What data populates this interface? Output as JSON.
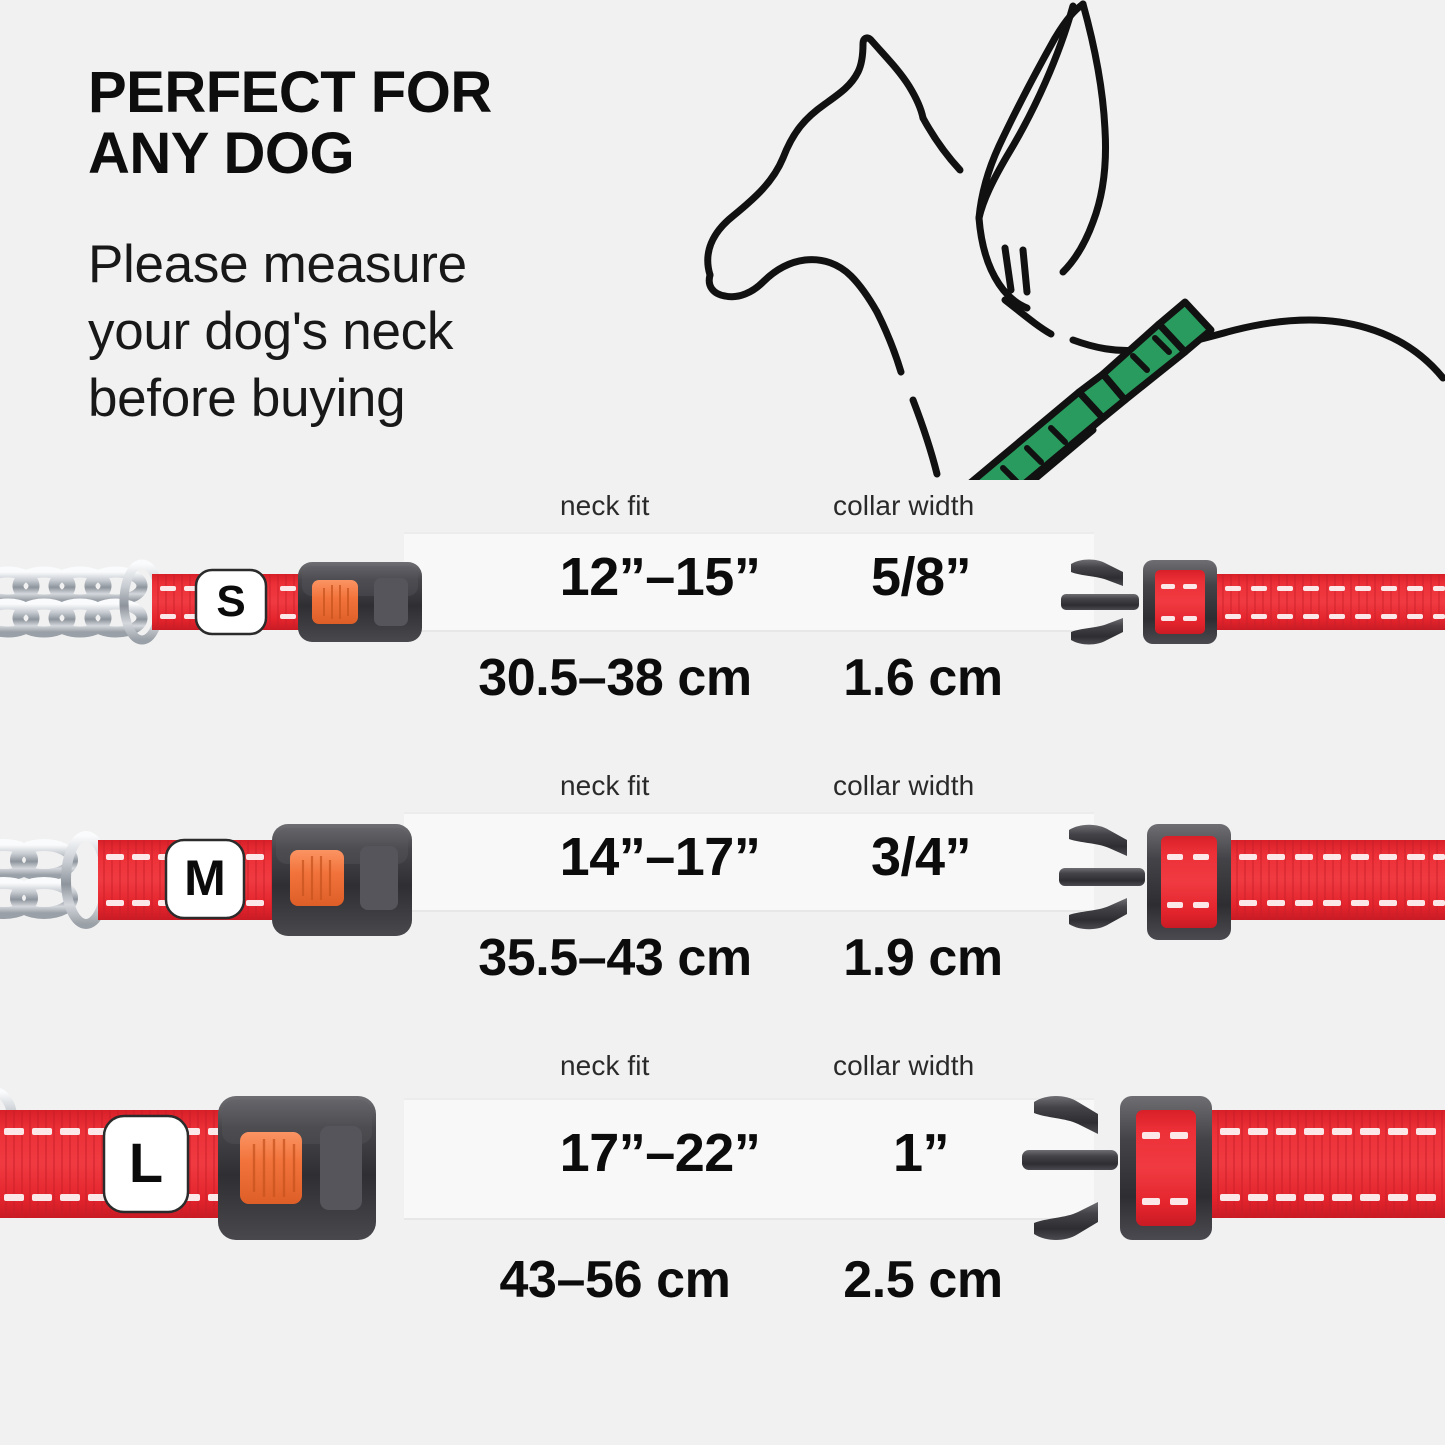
{
  "header": {
    "title_line1": "PERFECT FOR",
    "title_line2": "ANY DOG",
    "subtitle_line1": "Please measure",
    "subtitle_line2": "your dog's neck",
    "subtitle_line3": "before buying"
  },
  "illustration": {
    "name": "dog-neck-measuring-tape-illustration",
    "tape_color": "#2A9B5E",
    "outline_color": "#111111"
  },
  "colors": {
    "background": "#F1F1F1",
    "band": "#F8F8F8",
    "webbing_red": "#E8252E",
    "buckle_dark": "#3A3A3C",
    "button_orange": "#F2743C",
    "chain_silver": "#C9CCD0",
    "badge_white": "#FFFFFF"
  },
  "table": {
    "headers": {
      "neck_fit": "neck fit",
      "collar_width": "collar width"
    },
    "rows": [
      {
        "size": "S",
        "neck_fit_in": "12”–15”",
        "collar_width_in": "5/8”",
        "neck_fit_cm": "30.5–38 cm",
        "collar_width_cm": "1.6 cm",
        "has_chain": true
      },
      {
        "size": "M",
        "neck_fit_in": "14”–17”",
        "collar_width_in": "3/4”",
        "neck_fit_cm": "35.5–43 cm",
        "collar_width_cm": "1.9 cm",
        "has_chain": true
      },
      {
        "size": "L",
        "neck_fit_in": "17”–22”",
        "collar_width_in": "1”",
        "neck_fit_cm": "43–56 cm",
        "collar_width_cm": "2.5 cm",
        "has_chain": false
      }
    ]
  }
}
